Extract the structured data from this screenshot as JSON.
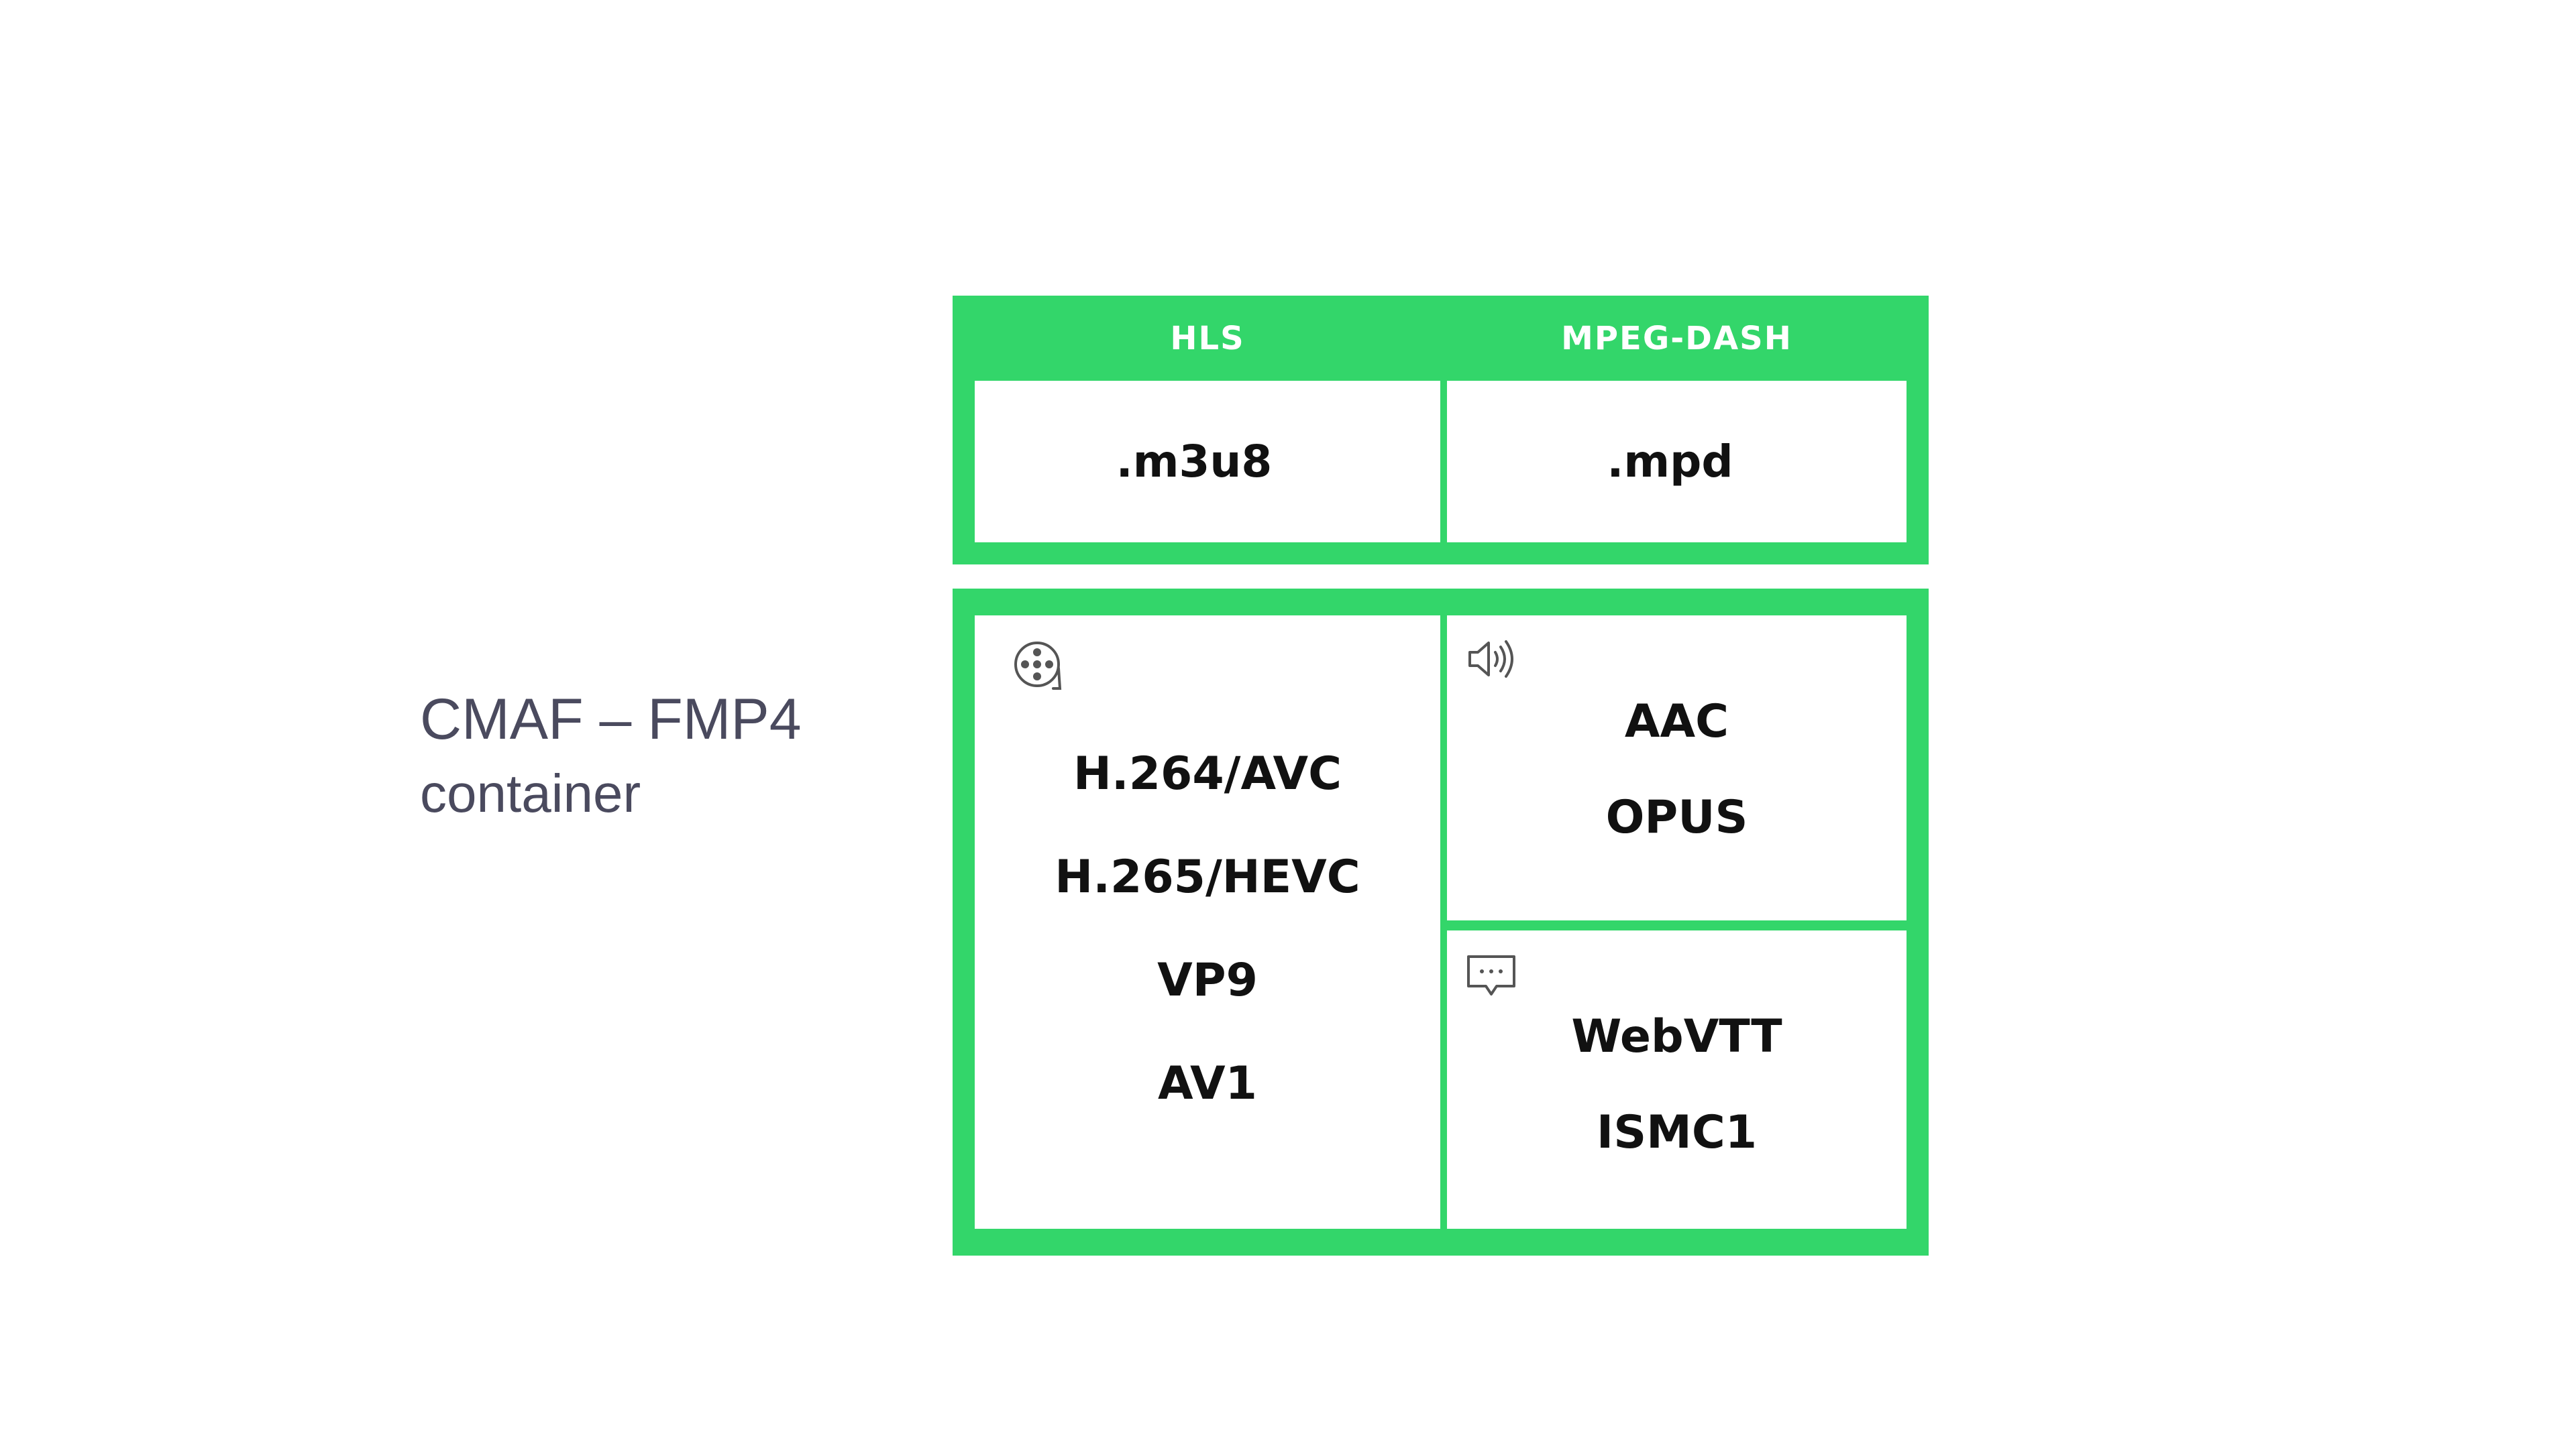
{
  "container": {
    "title": "CMAF – FMP4",
    "subtitle": "container"
  },
  "protocols": {
    "hls": {
      "label": "HLS",
      "extension": ".m3u8"
    },
    "dash": {
      "label": "MPEG-DASH",
      "extension": ".mpd"
    }
  },
  "codecs": {
    "video": {
      "icon": "film-reel-icon",
      "items": [
        "H.264/AVC",
        "H.265/HEVC",
        "VP9",
        "AV1"
      ]
    },
    "audio": {
      "icon": "speaker-icon",
      "items": [
        "AAC",
        "OPUS"
      ]
    },
    "text": {
      "icon": "chat-bubble-icon",
      "items": [
        "WebVTT",
        "ISMC1"
      ]
    }
  },
  "colors": {
    "accent": "#33d66a",
    "label_text": "#4a4a5e",
    "body_text": "#111111",
    "icon_stroke": "#555555"
  }
}
